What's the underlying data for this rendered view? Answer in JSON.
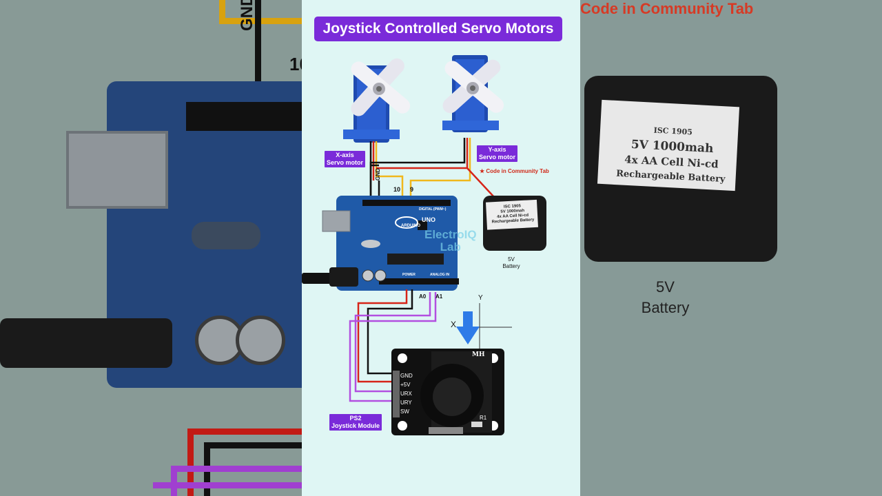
{
  "title": "Joystick Controlled Servo Motors",
  "servo_x_label": [
    "X-axis",
    "Servo motor"
  ],
  "servo_y_label": [
    "Y-axis",
    "Servo motor"
  ],
  "code_note": "★ Code in Community Tab",
  "arduino_pins": {
    "gnd": "GND",
    "pin10": "10",
    "pin9": "9",
    "a0": "A0",
    "a1": "A1"
  },
  "board_text": {
    "brand": "ARDUINO",
    "model": "UNO",
    "digital": "DIGITAL (PWM~)",
    "power": "POWER",
    "analog": "ANALOG IN"
  },
  "battery": {
    "label_lines": [
      "ISC 1905",
      "5V 1000mah",
      "4x AA Cell Ni-cd",
      "Rechargeable Battery"
    ],
    "caption": [
      "5V",
      "Battery"
    ]
  },
  "watermark": [
    "ElectroIQ",
    "Lab"
  ],
  "joystick": {
    "pins": [
      "GND",
      "+5V",
      "URX",
      "URY",
      "SW"
    ],
    "brand": "MH",
    "r1": "R1",
    "axis_x": "X",
    "axis_y": "Y",
    "label": [
      "PS2",
      "Joystick Module"
    ]
  },
  "background": {
    "gnd": "GND",
    "num": "10",
    "code_note": "Code in Community Tab",
    "battery_label": [
      "ISC 1905",
      "5V 1000mah",
      "4x AA Cell Ni-cd",
      "Rechargeable Battery"
    ],
    "battery_caption": [
      "5V",
      "Battery"
    ]
  },
  "colors": {
    "panel_bg": "#dff6f4",
    "title_bg": "#7a2bd9",
    "wire_red": "#d62418",
    "wire_black": "#111111",
    "wire_yellow": "#f0b81c",
    "wire_purple": "#b24fe0",
    "board_blue": "#1f5aa8",
    "servo_blue": "#2a56c8"
  }
}
